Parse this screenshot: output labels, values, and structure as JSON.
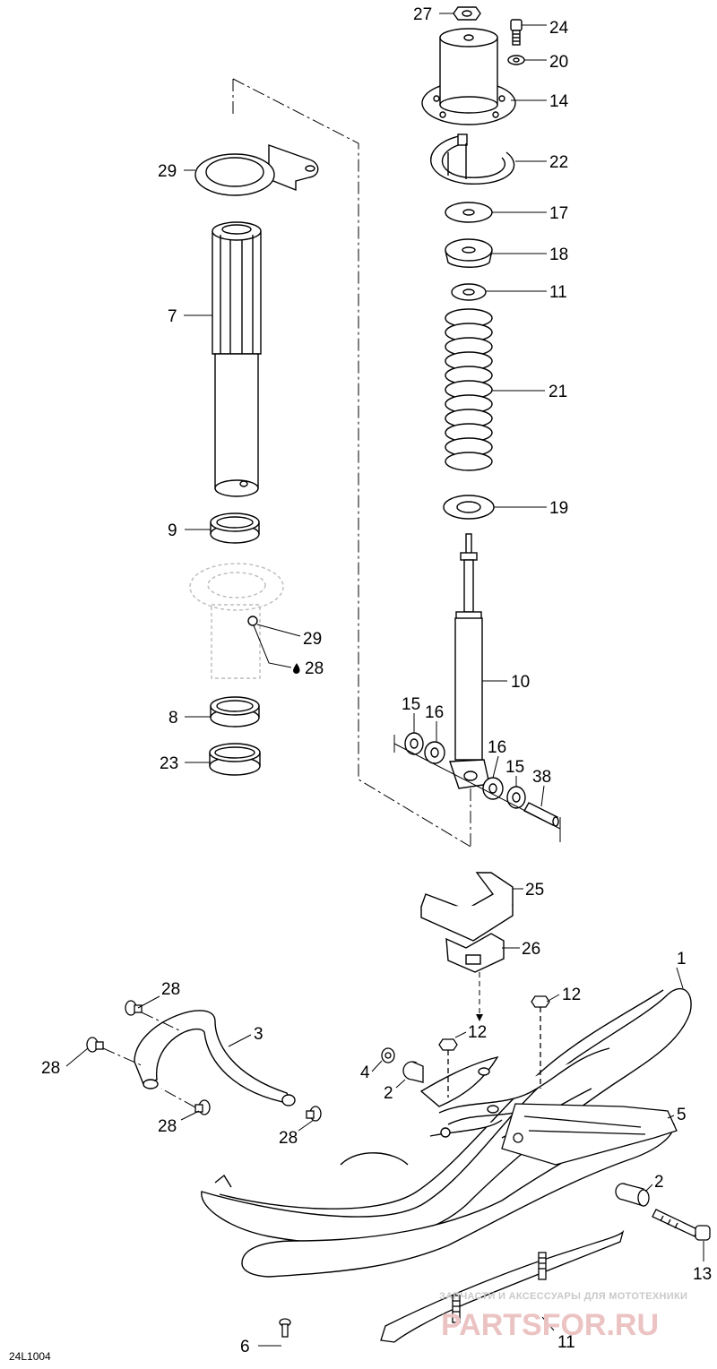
{
  "figure_code": "24L1004",
  "watermark": {
    "line1": "ЗАПЧАСТИ И АКСЕССУАРЫ ДЛЯ МОТОТЕХНИКИ",
    "line2": "PARTSFOR.RU"
  },
  "callouts": [
    {
      "id": "c27a",
      "label": "27"
    },
    {
      "id": "c24",
      "label": "24"
    },
    {
      "id": "c20",
      "label": "20"
    },
    {
      "id": "c14",
      "label": "14"
    },
    {
      "id": "c22",
      "label": "22"
    },
    {
      "id": "c17",
      "label": "17"
    },
    {
      "id": "c18",
      "label": "18"
    },
    {
      "id": "c11a",
      "label": "11"
    },
    {
      "id": "c21",
      "label": "21"
    },
    {
      "id": "c19",
      "label": "19"
    },
    {
      "id": "c10",
      "label": "10"
    },
    {
      "id": "c15a",
      "label": "15"
    },
    {
      "id": "c16a",
      "label": "16"
    },
    {
      "id": "c16b",
      "label": "16"
    },
    {
      "id": "c15b",
      "label": "15"
    },
    {
      "id": "c38",
      "label": "38"
    },
    {
      "id": "c29a",
      "label": "29"
    },
    {
      "id": "c7",
      "label": "7"
    },
    {
      "id": "c9",
      "label": "9"
    },
    {
      "id": "c29b",
      "label": "29"
    },
    {
      "id": "c28a",
      "label": "28"
    },
    {
      "id": "c8",
      "label": "8"
    },
    {
      "id": "c23",
      "label": "23"
    },
    {
      "id": "c25",
      "label": "25"
    },
    {
      "id": "c26",
      "label": "26"
    },
    {
      "id": "c1",
      "label": "1"
    },
    {
      "id": "c12a",
      "label": "12"
    },
    {
      "id": "c12b",
      "label": "12"
    },
    {
      "id": "c28b",
      "label": "28"
    },
    {
      "id": "c3",
      "label": "3"
    },
    {
      "id": "c28c",
      "label": "28"
    },
    {
      "id": "c4",
      "label": "4"
    },
    {
      "id": "c2a",
      "label": "2"
    },
    {
      "id": "c28d",
      "label": "28"
    },
    {
      "id": "c28e",
      "label": "28"
    },
    {
      "id": "c5",
      "label": "5"
    },
    {
      "id": "c2b",
      "label": "2"
    },
    {
      "id": "c13",
      "label": "13"
    },
    {
      "id": "c6",
      "label": "6"
    },
    {
      "id": "c11b",
      "label": "11"
    }
  ]
}
